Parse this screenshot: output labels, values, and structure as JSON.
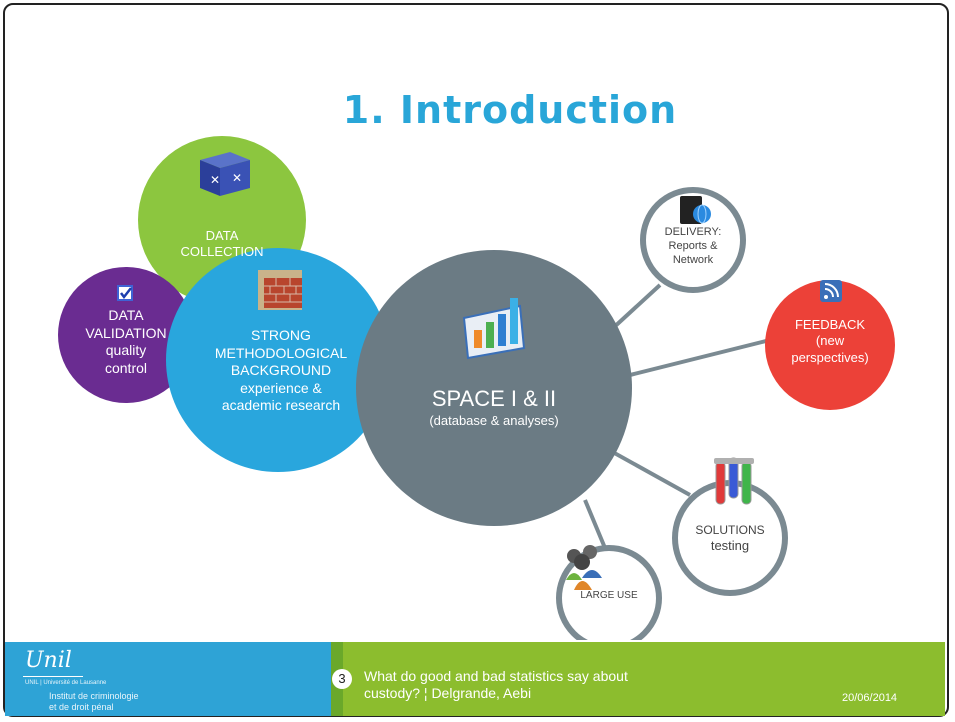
{
  "slide": {
    "title": "1. Introduction",
    "center": {
      "title": "SPACE I & II",
      "subtitle": "(database & analyses)"
    },
    "nodes": {
      "data_collection": {
        "lines": [
          "DATA",
          "COLLECTION"
        ],
        "color": "#8cc63f",
        "icon": "puzzle-cube-icon"
      },
      "data_validation": {
        "lines": [
          "DATA",
          "VALIDATION",
          "quality",
          "control"
        ],
        "color": "#6a2c91",
        "icon": "checkbox-icon"
      },
      "methodology": {
        "lines": [
          "STRONG",
          "METHODOLOGICAL",
          "BACKGROUND",
          "experience &",
          "academic research"
        ],
        "color": "#29a6dd",
        "icon": "folder-brick-icon"
      },
      "delivery": {
        "lines": [
          "DELIVERY:",
          "Reports &",
          "Network"
        ],
        "icon": "monitor-globe-icon"
      },
      "feedback": {
        "lines": [
          "FEEDBACK",
          "(new",
          "perspectives)"
        ],
        "color": "#ec4138",
        "icon": "rss-chat-icon"
      },
      "solutions": {
        "lines": [
          "SOLUTIONS",
          "testing"
        ],
        "icon": "test-tubes-icon"
      },
      "large_use": {
        "lines": [
          "LARGE USE"
        ],
        "icon": "people-group-icon"
      }
    },
    "colors": {
      "center": "#6b7b84",
      "ring": "#7b8a92",
      "title": "#29a6d8"
    }
  },
  "footer": {
    "logo": {
      "signature": "Unil",
      "university": "UNIL | Université de Lausanne",
      "institute": [
        "Institut de criminologie",
        "et de droit pénal"
      ]
    },
    "page_number": "3",
    "text": [
      "What do good and bad statistics say about",
      "custody? ¦ Delgrande, Aebi"
    ],
    "date": "20/06/2014",
    "colors": {
      "left": "#2ea3d6",
      "right": "#8cbd2e"
    }
  }
}
